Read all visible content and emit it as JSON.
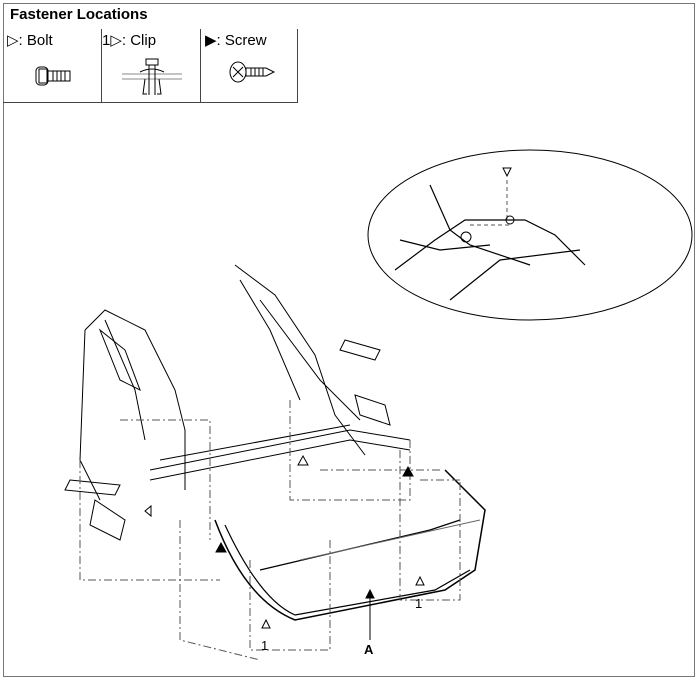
{
  "title": "Fastener Locations",
  "legend": [
    {
      "symbol": "▷",
      "label": ": Bolt",
      "icon": "bolt-icon"
    },
    {
      "prefix": "1",
      "symbol": "▷",
      "label": ": Clip",
      "icon": "clip-icon"
    },
    {
      "symbol": "▶",
      "label": ": Screw",
      "icon": "screw-icon"
    }
  ],
  "callouts": {
    "clip_left": "1",
    "clip_right": "1",
    "part_a": "A"
  },
  "colors": {
    "line": "#000000",
    "dash": "#555555"
  }
}
